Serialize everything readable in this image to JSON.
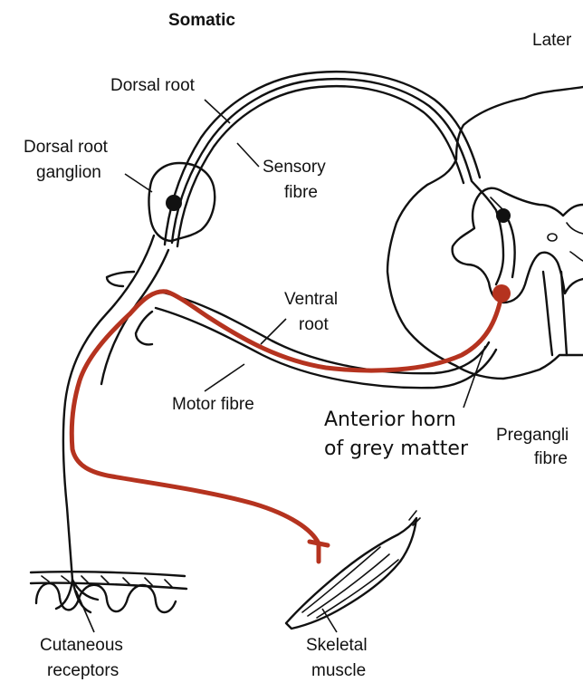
{
  "colors": {
    "motor_pathway": "#b5331f",
    "ink": "#111111",
    "background": "#ffffff"
  },
  "labels": {
    "title": "Somatic",
    "lateral": "Later",
    "dorsal_root": "Dorsal root",
    "dorsal_root_ganglion_line1": "Dorsal root",
    "dorsal_root_ganglion_line2": "ganglion",
    "sensory_fibre_line1": "Sensory",
    "sensory_fibre_line2": "fibre",
    "ventral_root_line1": "Ventral",
    "ventral_root_line2": "root",
    "motor_fibre": "Motor fibre",
    "anterior_horn_line1": "Anterior horn",
    "anterior_horn_line2": "of grey matter",
    "preganglionic_line1": "Pregangli",
    "preganglionic_line2": "fibre",
    "cutaneous_line1": "Cutaneous",
    "cutaneous_line2": "receptors",
    "skeletal_line1": "Skeletal",
    "skeletal_line2": "muscle"
  }
}
